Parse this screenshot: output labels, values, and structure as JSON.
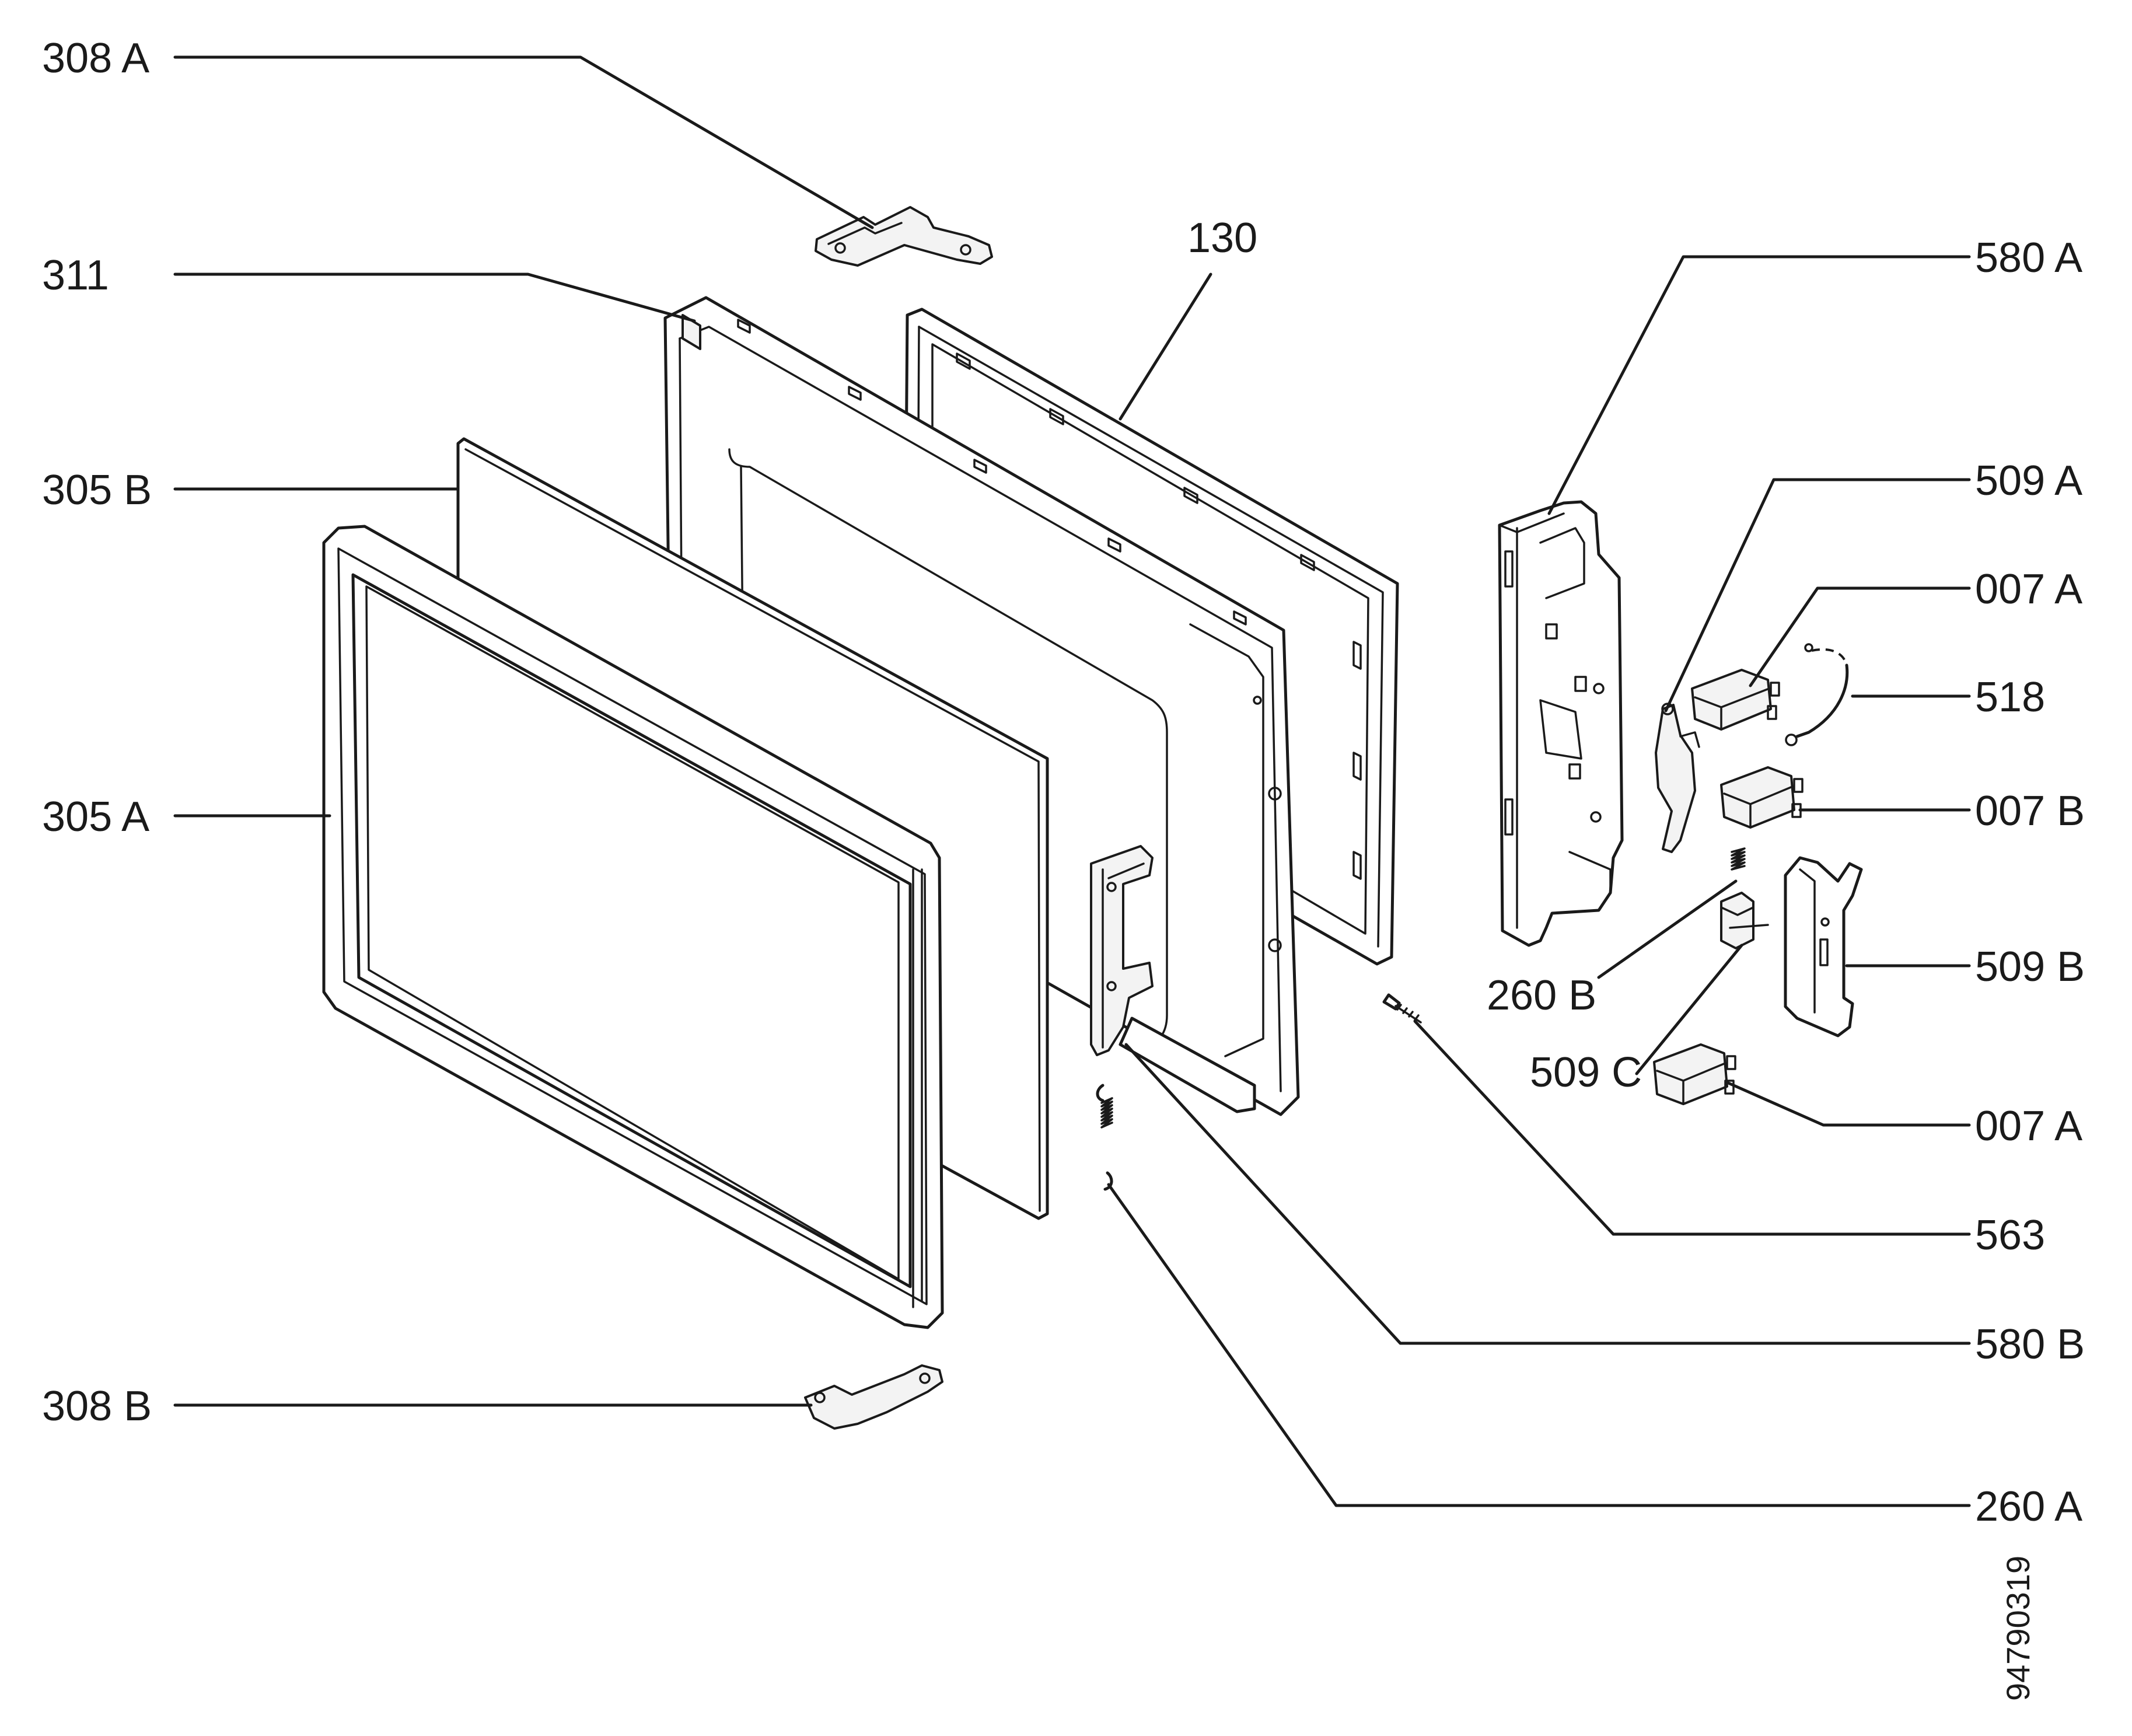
{
  "diagram": {
    "drawing_number": "94790319",
    "callouts": {
      "c308a": "308 A",
      "c311": "311",
      "c305b": "305 B",
      "c305a": "305 A",
      "c308b": "308 B",
      "c130": "130",
      "c580a": "580 A",
      "c509a": "509 A",
      "c007a_top": "007 A",
      "c518": "518",
      "c007b": "007 B",
      "c509b": "509 B",
      "c260b": "260 B",
      "c509c": "509 C",
      "c007a_bottom": "007 A",
      "c563": "563",
      "c580b": "580 B",
      "c260a": "260 A"
    }
  }
}
